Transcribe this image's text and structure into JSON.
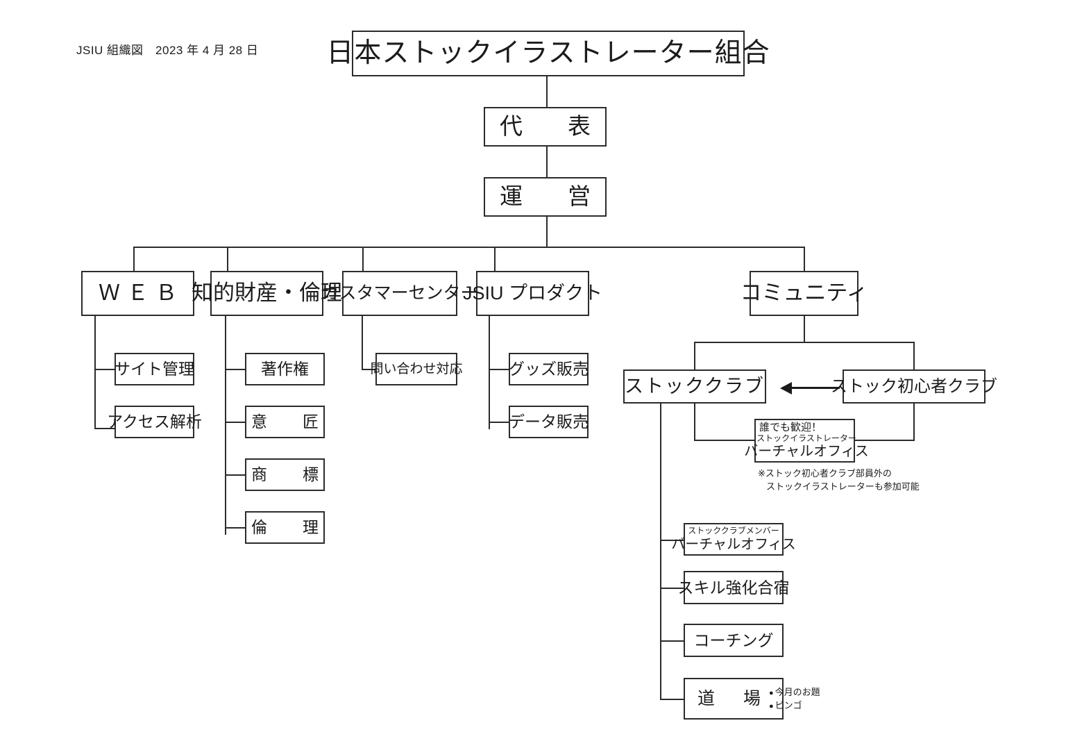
{
  "document": {
    "header": "JSIU 組織図　2023 年 4 月 28 日",
    "title": "日本ストックイラストレーター組合"
  },
  "hierarchy": {
    "level2": [
      {
        "id": "representative",
        "label": "代　表"
      },
      {
        "id": "operations",
        "label": "運　営"
      }
    ],
    "departments": [
      {
        "id": "web",
        "label": "ＷＥＢ",
        "children": [
          {
            "id": "site-management",
            "label": "サイト管理"
          },
          {
            "id": "access-analysis",
            "label": "アクセス解析"
          }
        ]
      },
      {
        "id": "ip-ethics",
        "label": "知的財産・倫理",
        "children": [
          {
            "id": "copyright",
            "label": "著作権"
          },
          {
            "id": "design-right",
            "label": "意　匠"
          },
          {
            "id": "trademark",
            "label": "商　標"
          },
          {
            "id": "ethics",
            "label": "倫　理"
          }
        ]
      },
      {
        "id": "customer-center",
        "label": "カスタマーセンター",
        "children": [
          {
            "id": "inquiry-response",
            "label": "問い合わせ対応"
          }
        ]
      },
      {
        "id": "jsiu-product",
        "label": "JSIU プロダクト",
        "children": [
          {
            "id": "goods-sales",
            "label": "グッズ販売"
          },
          {
            "id": "data-sales",
            "label": "データ販売"
          }
        ]
      },
      {
        "id": "community",
        "label": "コミュニティ",
        "children": []
      }
    ]
  },
  "community": {
    "stock_club": {
      "label": "ストッククラブ"
    },
    "beginner_club": {
      "label": "ストック初心者クラブ"
    },
    "arrow": {
      "direction": "right-to-left",
      "from": "ストック初心者クラブ",
      "to": "ストッククラブ"
    },
    "shared_virtual_office": {
      "greeting": "誰でも歓迎！",
      "subtitle": "ストックイラストレーター",
      "title": "バーチャルオフィス",
      "note_line1": "※ストック初心者クラブ部員外の",
      "note_line2": "ストックイラストレーターも参加可能"
    },
    "stock_club_children": [
      {
        "id": "member-virtual-office",
        "subtitle": "ストッククラブメンバー",
        "label": "バーチャルオフィス"
      },
      {
        "id": "skill-camp",
        "label": "スキル強化合宿"
      },
      {
        "id": "coaching",
        "label": "コーチング"
      },
      {
        "id": "dojo",
        "label": "道　場",
        "items": [
          "今月のお題",
          "ビンゴ"
        ]
      }
    ]
  },
  "style": {
    "line_color": "#2b2b2b",
    "background": "#ffffff",
    "text_color": "#1b1b1b"
  }
}
